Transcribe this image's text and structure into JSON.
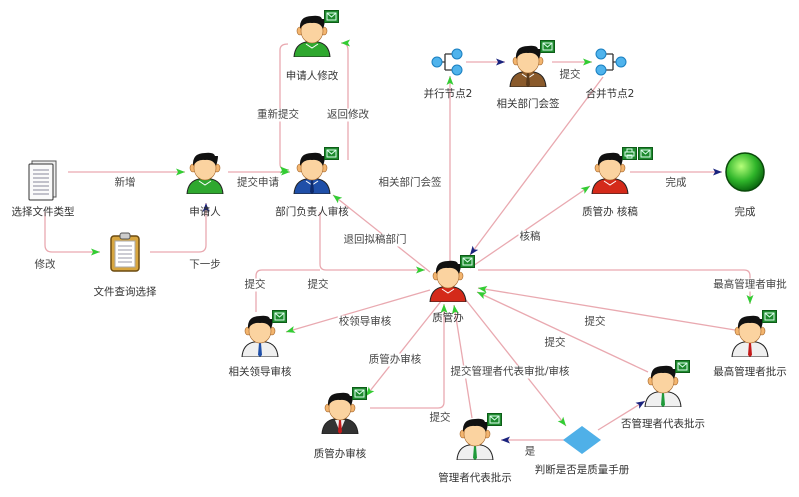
{
  "nodes": [
    {
      "id": "select-doc-type",
      "label": "选择文件类型",
      "icon": "document-icon"
    },
    {
      "id": "applicant",
      "label": "申请人",
      "icon": "person-icon",
      "shirt": "#2fa82f",
      "tie": ""
    },
    {
      "id": "dept-head-review",
      "label": "部门负责人审核",
      "icon": "person-icon",
      "shirt": "#1f4fa8",
      "tie": "#0e2a6b",
      "mail": true
    },
    {
      "id": "applicant-modify",
      "label": "申请人修改",
      "icon": "person-icon",
      "shirt": "#2fa82f",
      "tie": "",
      "mail": true
    },
    {
      "id": "file-query-select",
      "label": "文件查询选择",
      "icon": "clipboard-icon"
    },
    {
      "id": "parallel-node-2",
      "label": "并行节点2",
      "icon": "fork-icon"
    },
    {
      "id": "related-dept-sign",
      "label": "相关部门会签",
      "icon": "person-icon",
      "shirt": "#8a5a2b",
      "tie": "#5a3a1b",
      "mail": true
    },
    {
      "id": "merge-node-2",
      "label": "合并节点2",
      "icon": "merge-icon"
    },
    {
      "id": "qa-office-draft",
      "label": "质管办 核稿",
      "icon": "person-icon",
      "shirt": "#d42a1a",
      "tie": "",
      "mail": true,
      "print": true
    },
    {
      "id": "finish",
      "label": "完成",
      "icon": "end-circle-icon"
    },
    {
      "id": "qa-office",
      "label": "质管办",
      "icon": "person-icon",
      "shirt": "#d42a1a",
      "tie": "",
      "mail": true
    },
    {
      "id": "related-leader-review",
      "label": "相关领导审核",
      "icon": "person-icon",
      "shirt": "#f0f0f0",
      "tie": "#1f4fa8",
      "mail": true
    },
    {
      "id": "qa-office-review",
      "label": "质管办审核",
      "icon": "person-icon",
      "shirt": "#333333",
      "tie": "#c41a1a",
      "mail": true
    },
    {
      "id": "mgmt-rep-approve",
      "label": "管理者代表批示",
      "icon": "person-icon",
      "shirt": "#f0f0f0",
      "tie": "#1f9a3a",
      "mail": true
    },
    {
      "id": "is-quality-manual",
      "label": "判断是否是质量手册",
      "icon": "decision-diamond-icon"
    },
    {
      "id": "no-mgmt-rep-approve",
      "label": "否管理者代表批示",
      "icon": "person-icon",
      "shirt": "#f0f0f0",
      "tie": "#1f9a3a",
      "mail": true
    },
    {
      "id": "top-mgmt-approve",
      "label": "最高管理者批示",
      "icon": "person-icon",
      "shirt": "#f0f0f0",
      "tie": "#c41a1a",
      "mail": true
    }
  ],
  "edges": [
    {
      "label": "新增"
    },
    {
      "label": "提交申请"
    },
    {
      "label": "返回修改"
    },
    {
      "label": "重新提交"
    },
    {
      "label": "修改"
    },
    {
      "label": "下一步"
    },
    {
      "label": "退回拟稿部门"
    },
    {
      "label": "提交"
    },
    {
      "label": "提交"
    },
    {
      "label": "校领导审核"
    },
    {
      "label": "质管办审核"
    },
    {
      "label": "提交"
    },
    {
      "label": "提交管理者代表审批/审核"
    },
    {
      "label": "提交"
    },
    {
      "label": "提交"
    },
    {
      "label": "最高管理者审批"
    },
    {
      "label": "是"
    },
    {
      "label": ""
    },
    {
      "label": "相关部门会签"
    },
    {
      "label": ""
    },
    {
      "label": "提交"
    },
    {
      "label": ""
    },
    {
      "label": "核稿"
    },
    {
      "label": "完成"
    },
    {
      "label": ""
    }
  ],
  "colors": {
    "edge": "#e9a9b0",
    "arrow_green": "#33cc33",
    "arrow_navy": "#1a237e",
    "mail_badge": "#1e8a2e"
  }
}
